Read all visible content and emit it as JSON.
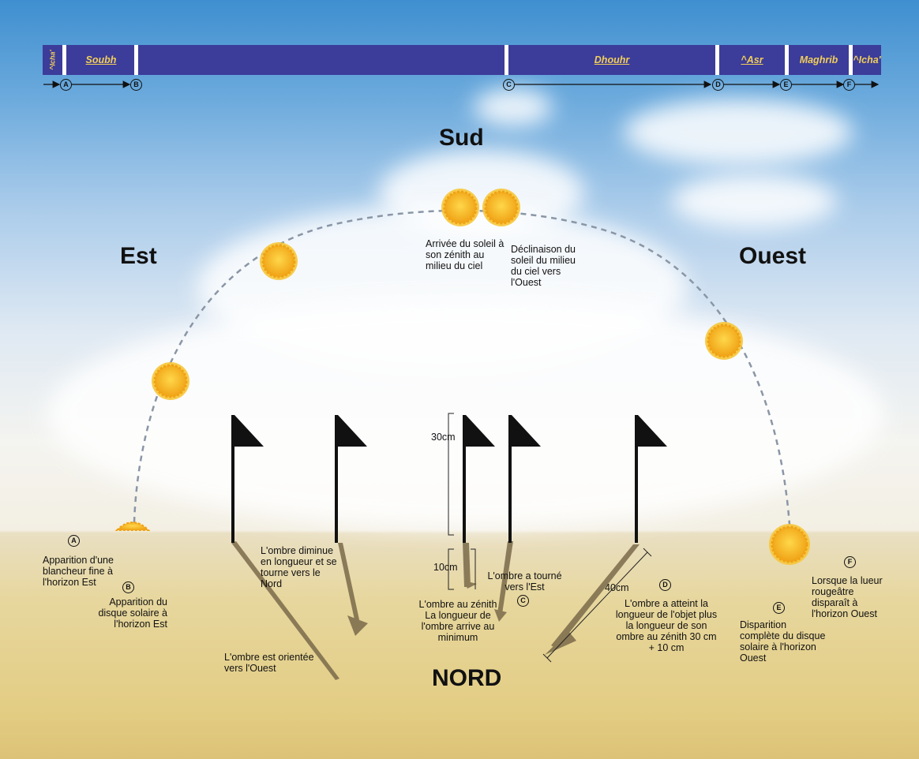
{
  "timeline": {
    "segments": [
      {
        "label": "^Icha'"
      },
      {
        "label": "Soubh"
      },
      {
        "label": ""
      },
      {
        "label": "Dhouhr"
      },
      {
        "label": "^Asr"
      },
      {
        "label": "Maghrib"
      },
      {
        "label": "^Icha'"
      }
    ],
    "markers": [
      "A",
      "B",
      "C",
      "D",
      "E",
      "F"
    ]
  },
  "directions": {
    "south": "Sud",
    "east": "Est",
    "west": "Ouest",
    "north": "NORD"
  },
  "sun_labels": {
    "zenith": "Arrivée du soleil à son zénith au milieu du ciel",
    "decline": "Déclinaison du soleil du milieu du ciel vers l'Ouest"
  },
  "events": {
    "A": "Apparition d'une blancheur fine à l'horizon Est",
    "B": "Apparition du disque solaire à l'horizon Est",
    "C": "L'ombre a tourné vers l'Est",
    "D": "L'ombre a atteint la longueur de l'objet plus la longueur de son ombre au zénith 30 cm + 10 cm",
    "E": "Disparition complète du disque solaire à l'horizon Ouest",
    "F": "Lorsque la lueur rougeâtre disparaît à l'horizon Ouest"
  },
  "shadow_labels": {
    "west": "L'ombre est orientée vers l'Ouest",
    "diminish": "L'ombre diminue en longueur et se tourne vers le Nord",
    "zenith": "L'ombre au zénith La longueur de l'ombre arrive au minimum"
  },
  "measures": {
    "object": "30cm",
    "zenith_shadow": "10cm",
    "asr_shadow": "40cm"
  },
  "colors": {
    "bar": "#3c3c9a",
    "bar_text": "#f1cf5a",
    "sun": "#f5b21a"
  }
}
